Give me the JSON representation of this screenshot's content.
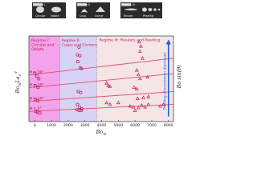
{
  "chart_data": {
    "type": "scatter",
    "xlabel": "Bo_m",
    "ylabel": "Bo_m La_s^-1",
    "y2label": "Bo sin(θ)",
    "xlim": [
      -350,
      8300
    ],
    "ylim": [
      0,
      1.0
    ],
    "x_ticks": [
      0,
      1000,
      2000,
      3000,
      4000,
      5000,
      6000,
      7000,
      8000
    ],
    "x_tick_labels": [
      "0",
      "1000",
      "2000",
      "3000",
      "4000",
      "5000",
      "6000",
      "7000",
      "8000"
    ],
    "y_ticks": [],
    "y_tick_labels": [],
    "regions": [
      {
        "name": "Regime I: Circular and Oblate",
        "x_range": [
          -350,
          1500
        ],
        "color": "#f2a3ea"
      },
      {
        "name": "Regime II: Cusps and Corners",
        "x_range": [
          1500,
          3700
        ],
        "color": "#d8d2f4"
      },
      {
        "name": "Regime III: Rivulets and Pearling",
        "x_range": [
          3700,
          8300
        ],
        "color": "#f5e5e5"
      }
    ],
    "theta_lines": [
      {
        "label": "θ = 30°",
        "y_at_xmin": 0.545,
        "y_at_xmax": 0.74
      },
      {
        "label": "θ = 20°",
        "y_at_xmin": 0.395,
        "y_at_xmax": 0.56
      },
      {
        "label": "θ = 10°",
        "y_at_xmin": 0.235,
        "y_at_xmax": 0.35
      },
      {
        "label": "θ = 5°",
        "y_at_xmin": 0.12,
        "y_at_xmax": 0.2
      }
    ],
    "series": [
      {
        "marker": "square",
        "points": [
          [
            0,
            0.565
          ],
          [
            120,
            0.53
          ],
          [
            240,
            0.5
          ],
          [
            20,
            0.42
          ],
          [
            200,
            0.4
          ],
          [
            40,
            0.26
          ],
          [
            180,
            0.245
          ],
          [
            60,
            0.12
          ],
          [
            160,
            0.11
          ],
          [
            300,
            0.1
          ]
        ]
      },
      {
        "marker": "circle",
        "points": [
          [
            2650,
            0.87
          ],
          [
            2550,
            0.78
          ],
          [
            2700,
            0.77
          ],
          [
            2580,
            0.7
          ],
          [
            2720,
            0.63
          ],
          [
            2800,
            0.62
          ],
          [
            2600,
            0.35
          ],
          [
            2750,
            0.34
          ],
          [
            2560,
            0.2
          ],
          [
            2680,
            0.17
          ],
          [
            2820,
            0.15
          ],
          [
            2520,
            0.14
          ],
          [
            2650,
            0.13
          ],
          [
            2780,
            0.13
          ]
        ]
      },
      {
        "marker": "triangle",
        "points": [
          [
            6250,
            0.93
          ],
          [
            6350,
            0.88
          ],
          [
            6300,
            0.82
          ],
          [
            6450,
            0.74
          ],
          [
            6100,
            0.6
          ],
          [
            6200,
            0.55
          ],
          [
            6300,
            0.5
          ],
          [
            6750,
            0.52
          ],
          [
            4300,
            0.45
          ],
          [
            4400,
            0.42
          ],
          [
            4500,
            0.41
          ],
          [
            5950,
            0.4
          ],
          [
            6100,
            0.38
          ],
          [
            6150,
            0.27
          ],
          [
            6500,
            0.28
          ],
          [
            6800,
            0.29
          ],
          [
            4300,
            0.22
          ],
          [
            4500,
            0.2
          ],
          [
            5000,
            0.22
          ],
          [
            5700,
            0.18
          ],
          [
            5900,
            0.17
          ],
          [
            6000,
            0.13
          ],
          [
            6200,
            0.16
          ],
          [
            6400,
            0.19
          ],
          [
            6600,
            0.17
          ],
          [
            6800,
            0.2
          ],
          [
            7500,
            0.18
          ],
          [
            7700,
            0.2
          ]
        ]
      }
    ],
    "arrow_label": "Pearling phenomenon decreases",
    "insets": [
      {
        "labels": [
          "Circular",
          "Oblate"
        ],
        "header": "Regime I"
      },
      {
        "labels": [
          "Cusp",
          "Corner"
        ],
        "header": "Regime II"
      },
      {
        "labels": [
          "Rivulet",
          "Pearling"
        ],
        "header": "Regime III"
      }
    ]
  },
  "colors": {
    "regime1": "#f2a3ea",
    "regime2": "#d8d2f4",
    "regime3": "#f5e5e5",
    "theta_lines": "#e0506a",
    "markers": "#c2185b",
    "arrow": "#1f5fd6",
    "boundary": "#9a9a9a",
    "title": "#c2185b"
  }
}
